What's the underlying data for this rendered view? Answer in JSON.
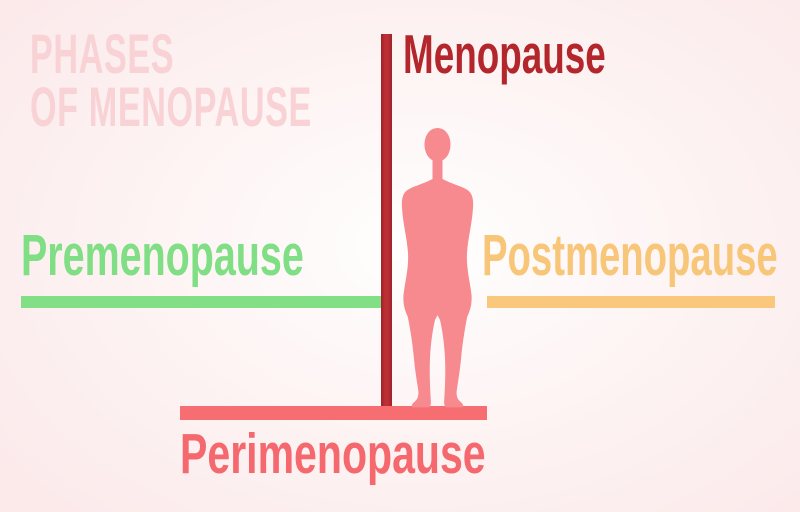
{
  "title": {
    "line1": "PHASES",
    "line2": "OF MENOPAUSE",
    "color": "#f8d2d5"
  },
  "phases": [
    {
      "key": "premenopause",
      "label": "Premenopause",
      "color": "#80de84",
      "position": "left-horizontal"
    },
    {
      "key": "menopause",
      "label": "Menopause",
      "color": "#b2262c",
      "position": "center-vertical"
    },
    {
      "key": "postmenopause",
      "label": "Postmenopause",
      "color": "#f8c678",
      "position": "right-horizontal"
    },
    {
      "key": "perimenopause",
      "label": "Perimenopause",
      "color": "#f4686e",
      "position": "bottom-horizontal"
    }
  ],
  "figure": {
    "name": "woman-silhouette",
    "color": "#f68a8e"
  },
  "background": {
    "center": "#fffefe",
    "edge": "#fbe7e8"
  }
}
